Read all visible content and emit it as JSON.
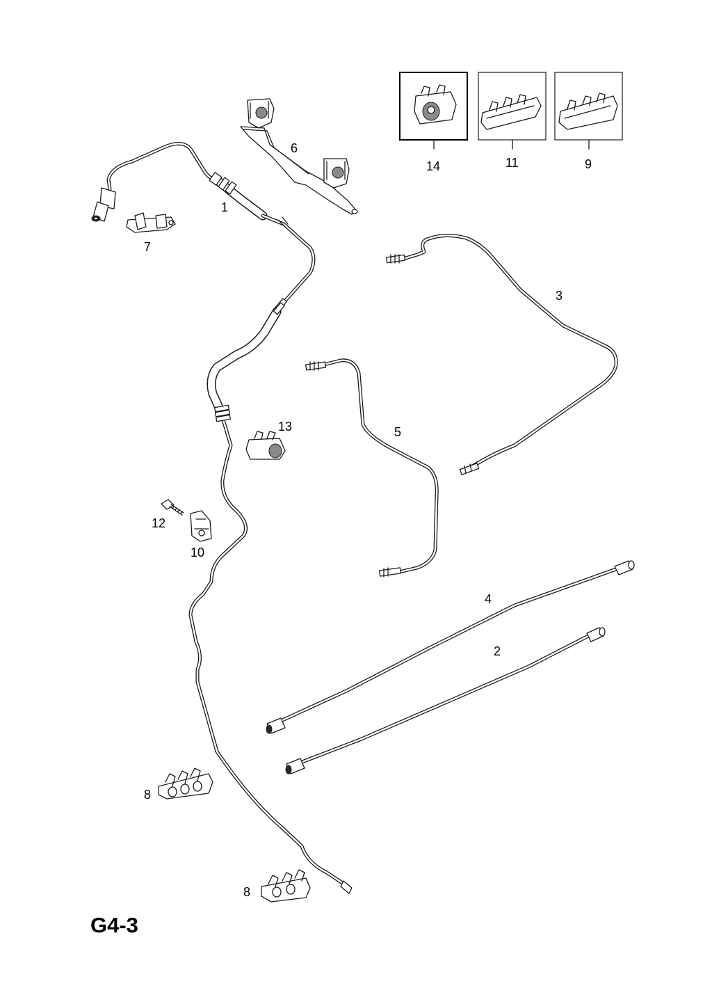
{
  "diagram": {
    "page_code": "G4-3",
    "callouts": {
      "c1": "1",
      "c2": "2",
      "c3": "3",
      "c4": "4",
      "c5": "5",
      "c6": "6",
      "c7": "7",
      "c8a": "8",
      "c8b": "8",
      "c9": "9",
      "c10": "10",
      "c11": "11",
      "c12": "12",
      "c13": "13",
      "c14": "14"
    }
  }
}
